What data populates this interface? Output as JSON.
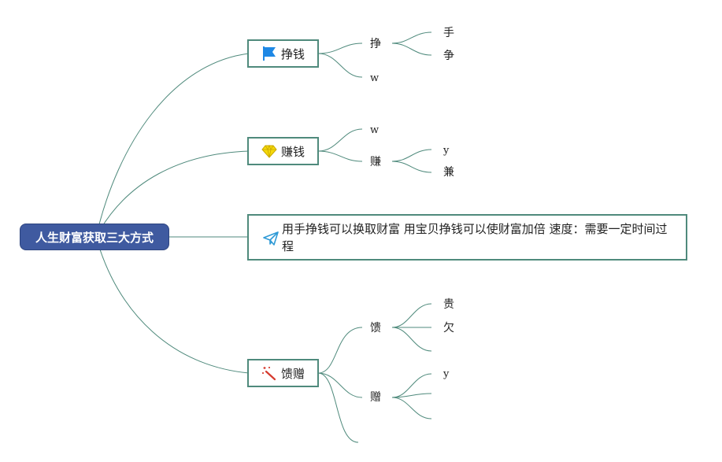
{
  "root": {
    "label": "人生财富获取三大方式"
  },
  "branches": {
    "earn": {
      "label": "挣钱",
      "icon": "flag-icon",
      "children": {
        "zheng": "挣",
        "w": "w"
      },
      "grandchildren": {
        "shou": "手",
        "zheng2": "争"
      }
    },
    "make": {
      "label": "赚钱",
      "icon": "diamond-icon",
      "children": {
        "w": "w",
        "zhuan": "赚"
      },
      "grandchildren": {
        "y": "y",
        "jian": "兼"
      }
    },
    "note": {
      "icon": "paper-plane-icon",
      "text": "用手挣钱可以换取财富 用宝贝挣钱可以使财富加倍 速度：需要一定时间过程"
    },
    "gift": {
      "label": "馈赠",
      "icon": "magic-wand-icon",
      "children": {
        "kui": "馈",
        "zeng": "赠",
        "empty": ""
      },
      "grandchildren": {
        "gui": "贵",
        "qian": "欠",
        "kui_empty": "",
        "y": "y",
        "zeng_empty1": "",
        "zeng_empty2": ""
      }
    }
  },
  "colors": {
    "root_fill": "#3f5aa0",
    "connector": "#4f8a7c",
    "flag": "#1e88e5",
    "diamond": "#f5d90a",
    "plane": "#2f9ad6",
    "wand": "#d63b2f"
  }
}
